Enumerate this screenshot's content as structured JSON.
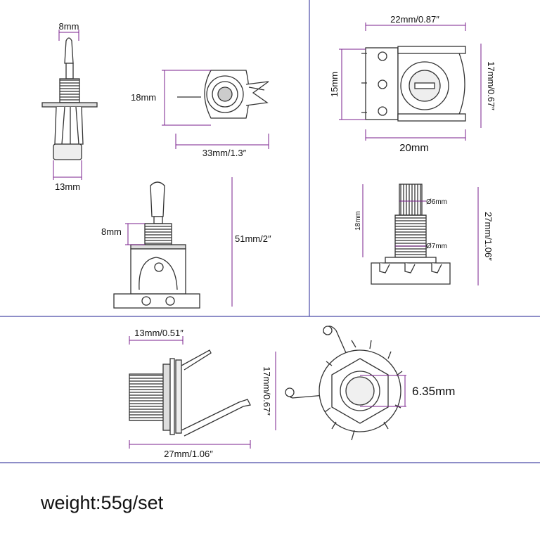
{
  "dimensions": {
    "toggle_lever_width": "8mm",
    "toggle_body_width": "13mm",
    "toggle_side_height": "18mm",
    "toggle_side_length": "33mm/1.3″",
    "toggle_nut_width": "8mm",
    "toggle_total_height": "51mm/2″",
    "pot_top_width": "22mm/0.87″",
    "pot_body_height": "15mm",
    "pot_total_height": "17mm/0.67″",
    "pot_body_width": "20mm",
    "pot_shaft_height": "18mm",
    "pot_spline_diameter": "Ø6mm",
    "pot_thread_diameter": "Ø7mm",
    "pot_side_height": "27mm/1.06″",
    "jack_thread_length": "13mm/0.51″",
    "jack_height": "17mm/0.67″",
    "jack_length": "27mm/1.06″",
    "jack_hole_diameter": "6.35mm"
  },
  "footer": {
    "weight": "weight:55g/set"
  },
  "colors": {
    "divider": "#4a4aa8",
    "dim_line": "#7a1f8c",
    "outline": "#333333"
  }
}
